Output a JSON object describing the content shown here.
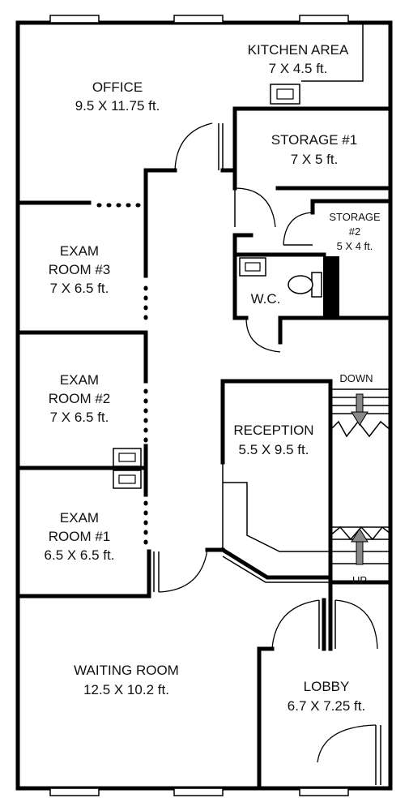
{
  "rooms": {
    "kitchen": {
      "name": "KITCHEN AREA",
      "size": "7 X 4.5 ft."
    },
    "office": {
      "name": "OFFICE",
      "size": "9.5 X 11.75 ft."
    },
    "storage1": {
      "name": "STORAGE #1",
      "size": "7 X 5 ft."
    },
    "storage2": {
      "name1": "STORAGE",
      "name2": "#2",
      "size": "5 X 4 ft."
    },
    "wc": {
      "name": "W.C."
    },
    "exam3": {
      "name1": "EXAM",
      "name2": "ROOM #3",
      "size": "7 X 6.5 ft."
    },
    "exam2": {
      "name1": "EXAM",
      "name2": "ROOM #2",
      "size": "7 X 6.5 ft."
    },
    "exam1": {
      "name1": "EXAM",
      "name2": "ROOM #1",
      "size": "6.5 X 6.5 ft."
    },
    "reception": {
      "name": "RECEPTION",
      "size": "5.5 X 9.5 ft."
    },
    "waiting": {
      "name": "WAITING ROOM",
      "size": "12.5 X 10.2 ft."
    },
    "lobby": {
      "name": "LOBBY",
      "size": "6.7 X 7.25 ft."
    }
  },
  "stairs": {
    "down_label": "DOWN",
    "up_label": "UP"
  },
  "colors": {
    "wall": "#000000",
    "arrow": "#888888",
    "background": "#ffffff"
  }
}
